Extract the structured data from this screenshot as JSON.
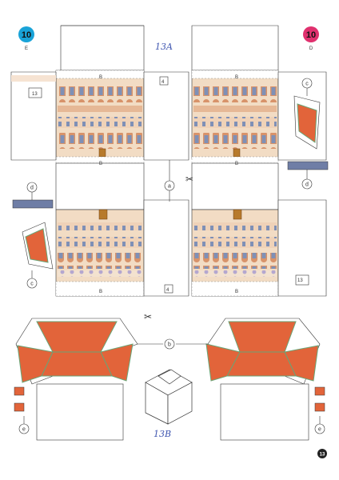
{
  "badges": {
    "left": {
      "number": "10",
      "letter": "E",
      "color": "#19a3d8"
    },
    "right": {
      "number": "10",
      "letter": "D",
      "color": "#e0306e"
    }
  },
  "part_labels": {
    "top": "13A",
    "bottom": "13B",
    "box_left": "13",
    "box_right": "13"
  },
  "glue_letters": {
    "B": "B",
    "a": "a",
    "b": "b",
    "c": "c",
    "d": "d",
    "e": "e",
    "four": "4"
  },
  "page_number": "13",
  "colors": {
    "roof": "#e2643a",
    "roof_dark": "#c94f29",
    "facade": "#f2dcc4",
    "facade_band": "#e6b896",
    "window": "#7f90b6",
    "arch": "#c9744a",
    "green_tab": "#6aa476",
    "line": "#333333"
  }
}
